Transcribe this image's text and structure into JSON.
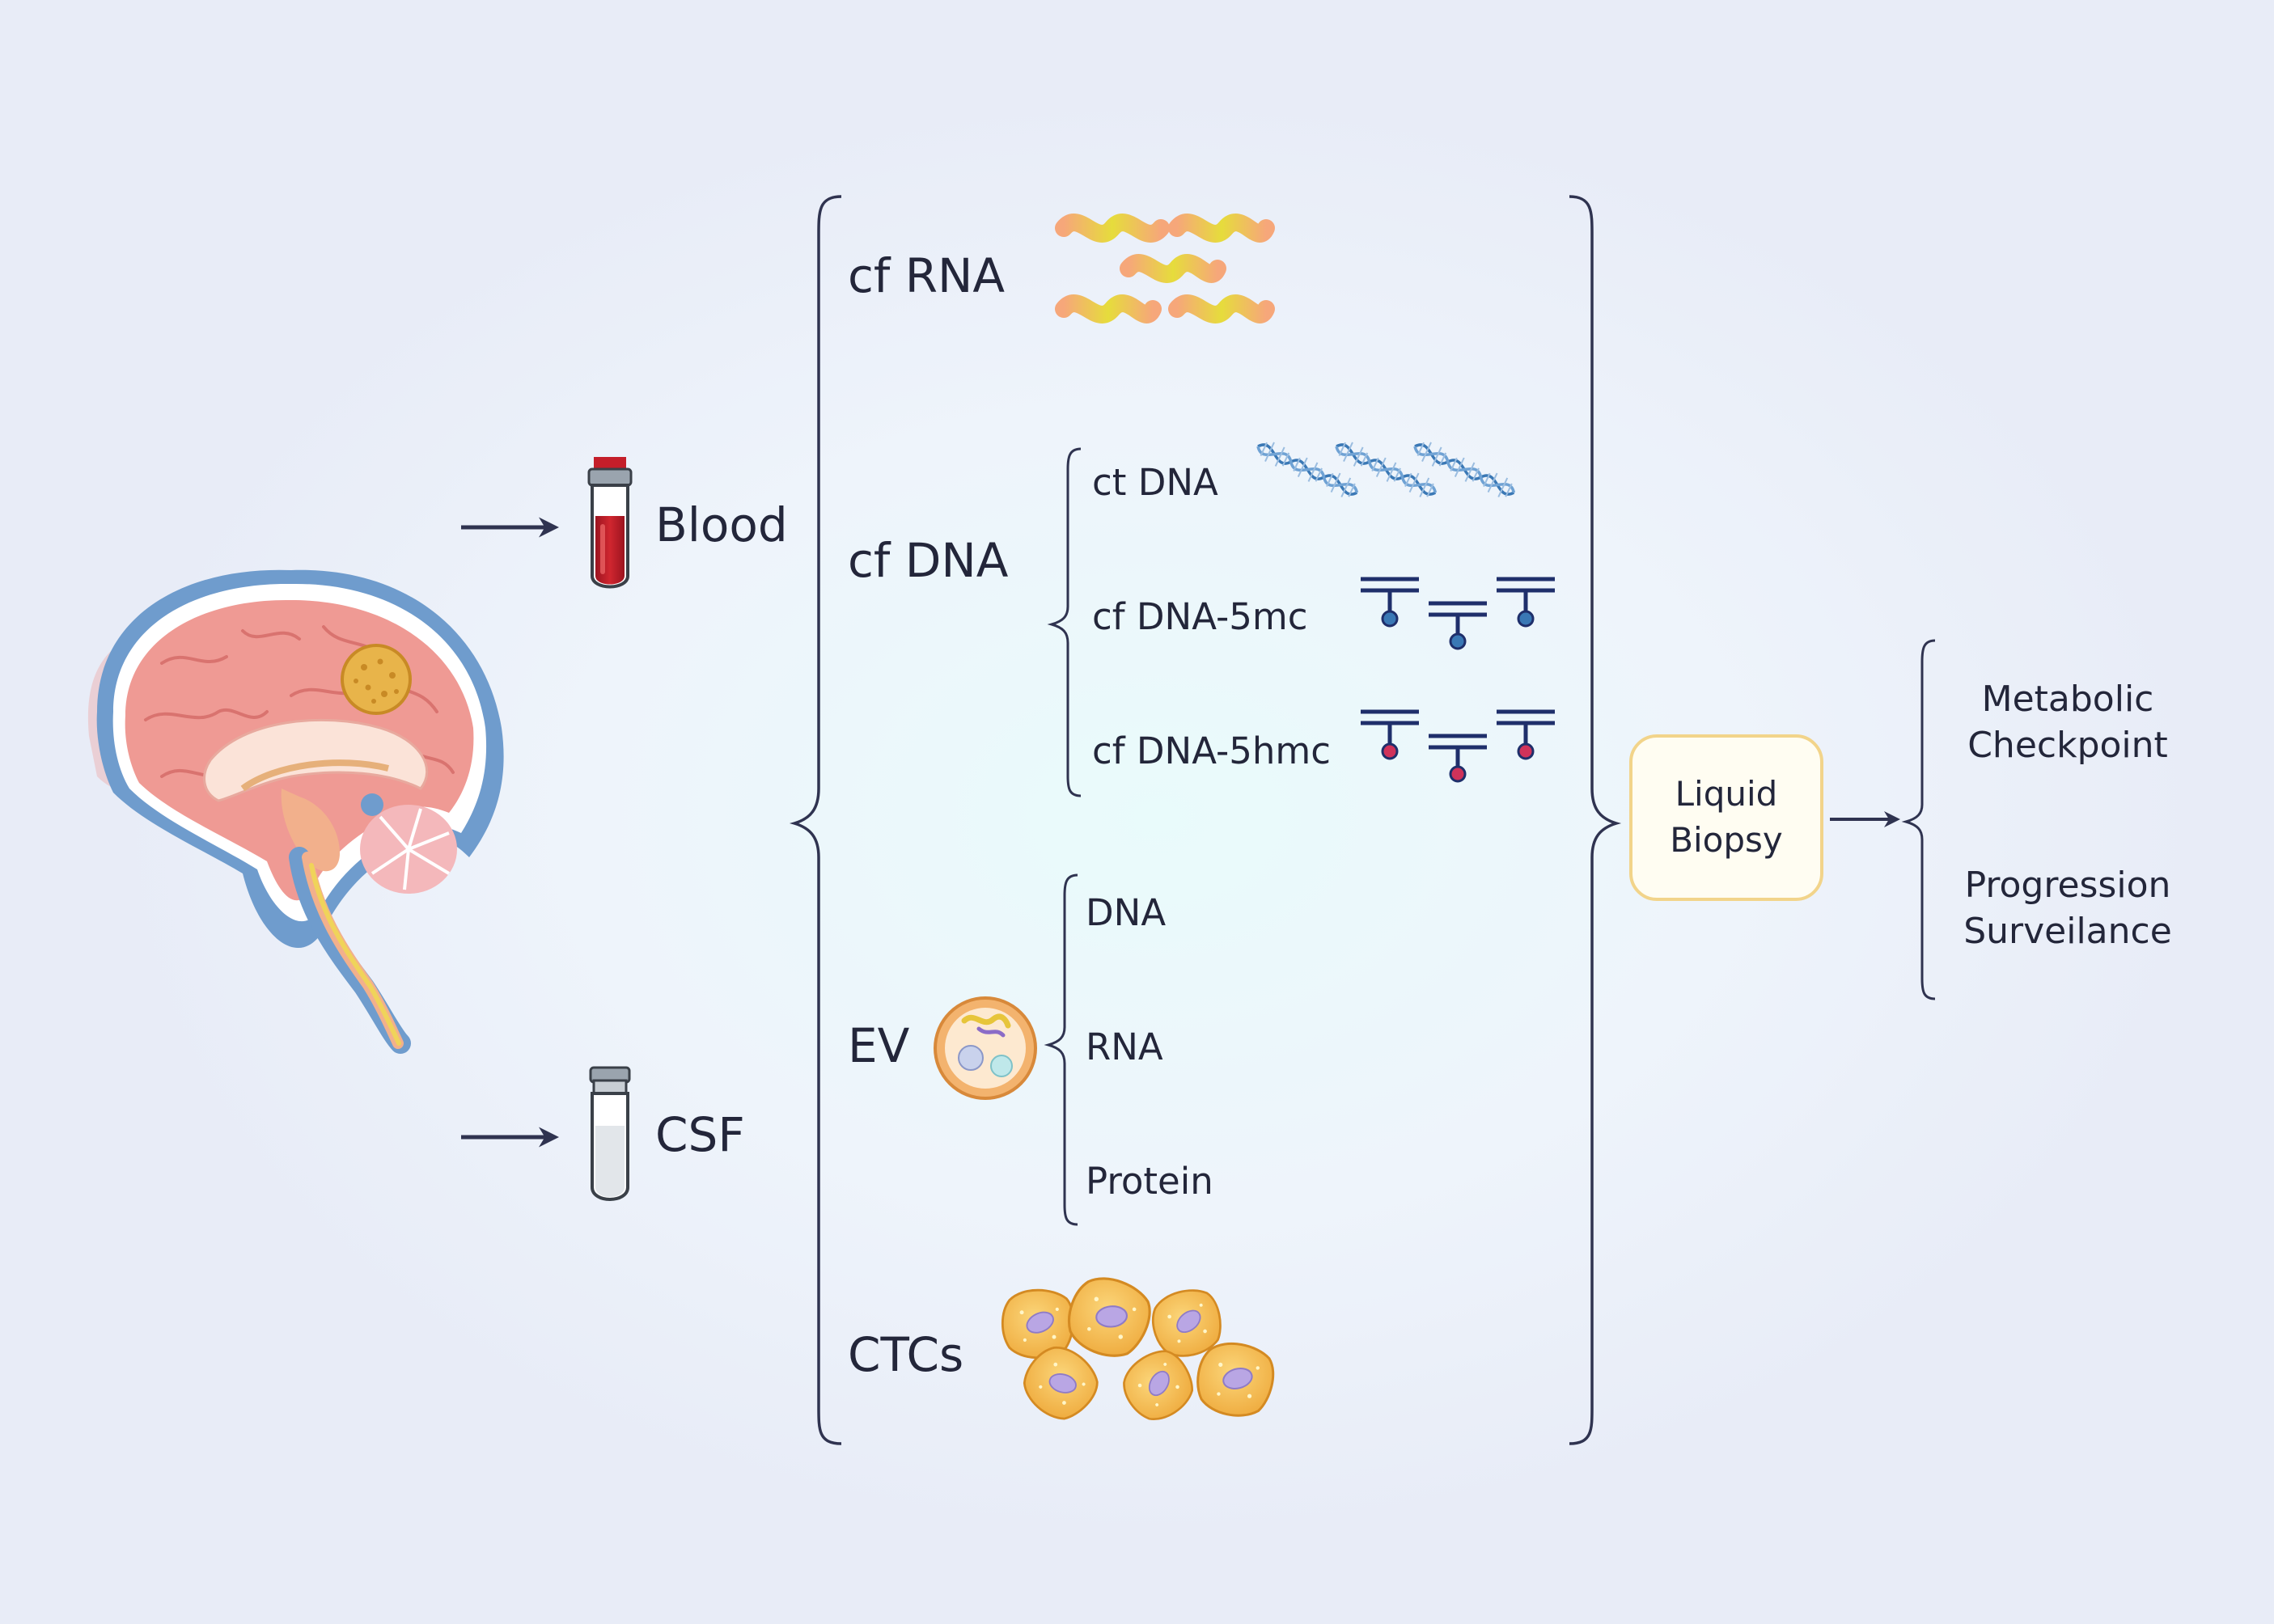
{
  "sources": {
    "blood": "Blood",
    "csf": "CSF"
  },
  "analytes": {
    "cf_rna": "cf RNA",
    "cf_dna": "cf DNA",
    "cf_dna_items": [
      "ct DNA",
      "cf DNA-5mc",
      "cf DNA-5hmc"
    ],
    "ev": "EV",
    "ev_items": [
      "DNA",
      "RNA",
      "Protein"
    ],
    "ctcs": "CTCs"
  },
  "liquid_biopsy": {
    "line1": "Liquid",
    "line2": "Biopsy"
  },
  "applications": {
    "metabolic": {
      "line1": "Metabolic",
      "line2": "Checkpoint"
    },
    "progression": {
      "line1": "Progression",
      "line2": "Surveilance"
    }
  },
  "colors": {
    "text": "#23263a",
    "blood": "#c41e2a",
    "brain_pink": "#ef9a94",
    "brain_blue": "#6f9ccd",
    "tumor": "#e8b44a",
    "methyl_5mc": "#3a78b5",
    "methyl_5hmc": "#d0325a",
    "dna_helix": "#3a78b5",
    "biopsy_border": "#f2d48a"
  },
  "icons": [
    "brain-icon",
    "blood-tube-icon",
    "csf-tube-icon",
    "rna-strand-icon",
    "dna-helix-icon",
    "methylation-5mc-icon",
    "methylation-5hmc-icon",
    "vesicle-icon",
    "tumor-cell-icon"
  ]
}
